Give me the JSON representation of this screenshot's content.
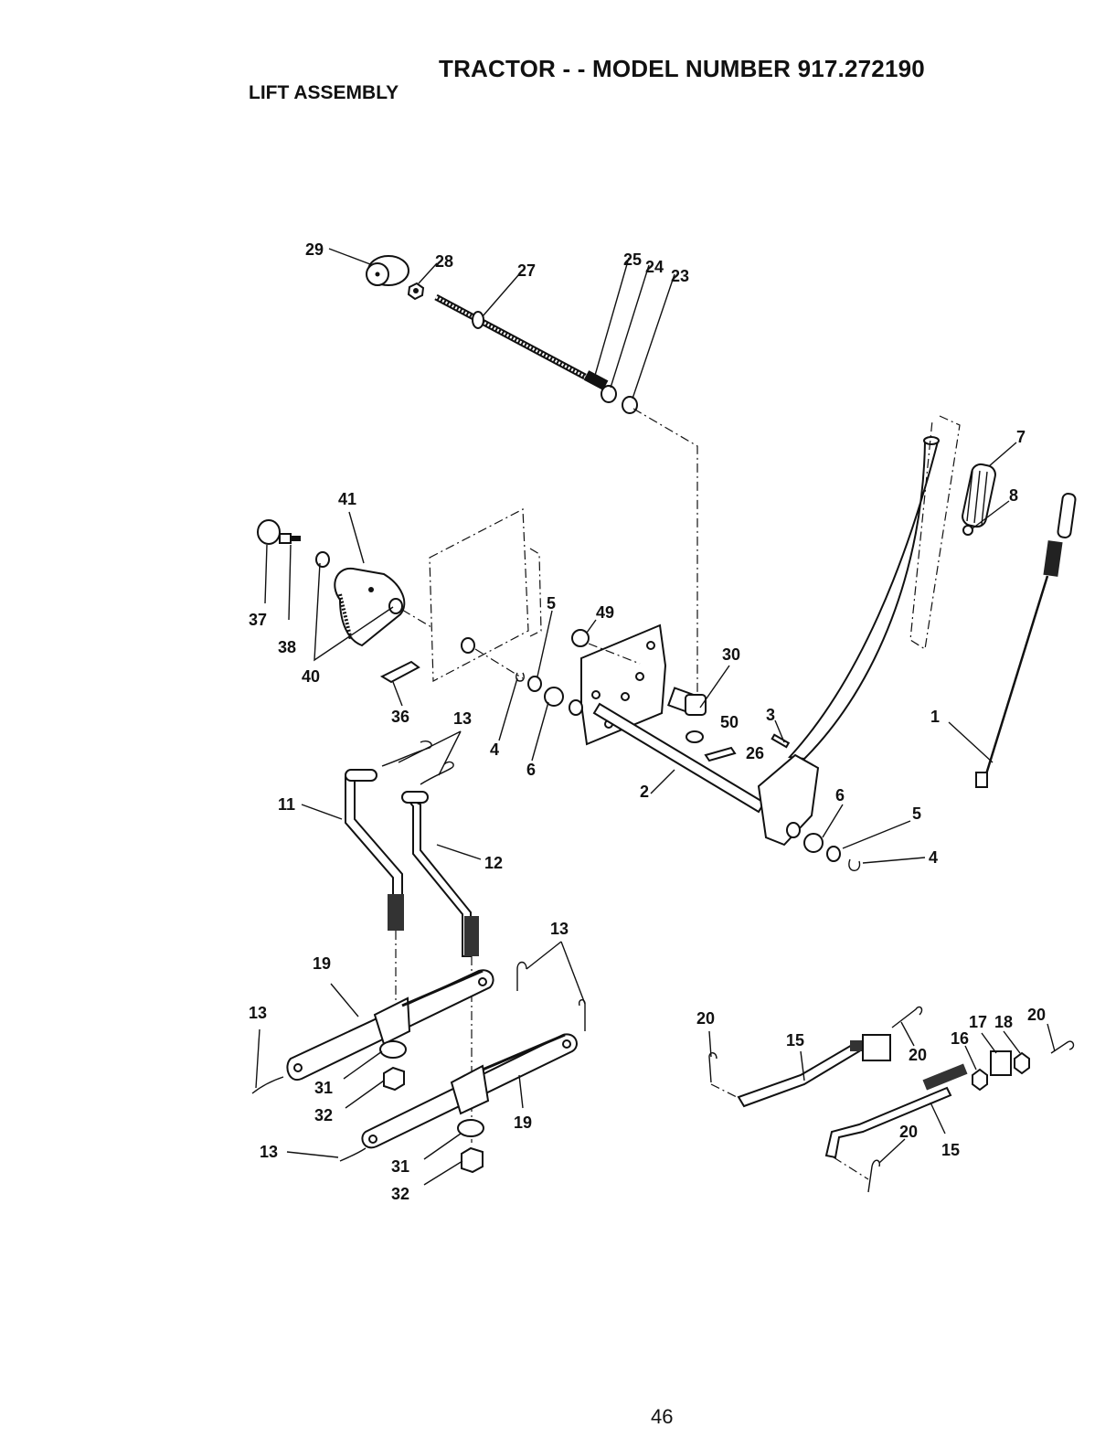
{
  "header": {
    "title": "TRACTOR - - MODEL NUMBER 917.272190",
    "subtitle": "LIFT ASSEMBLY"
  },
  "footer": {
    "page_number": "46"
  },
  "callouts": {
    "c1": "1",
    "c2": "2",
    "c3": "3",
    "c4a": "4",
    "c4b": "4",
    "c5a": "5",
    "c5b": "5",
    "c6a": "6",
    "c6b": "6",
    "c7": "7",
    "c8": "8",
    "c11": "11",
    "c12": "12",
    "c13a": "13",
    "c13b": "13",
    "c13c": "13",
    "c13d": "13",
    "c15a": "15",
    "c15b": "15",
    "c16": "16",
    "c17": "17",
    "c18": "18",
    "c19a": "19",
    "c19b": "19",
    "c20a": "20",
    "c20b": "20",
    "c20c": "20",
    "c20d": "20",
    "c23": "23",
    "c24": "24",
    "c25": "25",
    "c26": "26",
    "c27": "27",
    "c28": "28",
    "c29": "29",
    "c30": "30",
    "c31a": "31",
    "c31b": "31",
    "c32a": "32",
    "c32b": "32",
    "c36": "36",
    "c37": "37",
    "c38": "38",
    "c40": "40",
    "c41": "41",
    "c49": "49",
    "c50": "50"
  }
}
